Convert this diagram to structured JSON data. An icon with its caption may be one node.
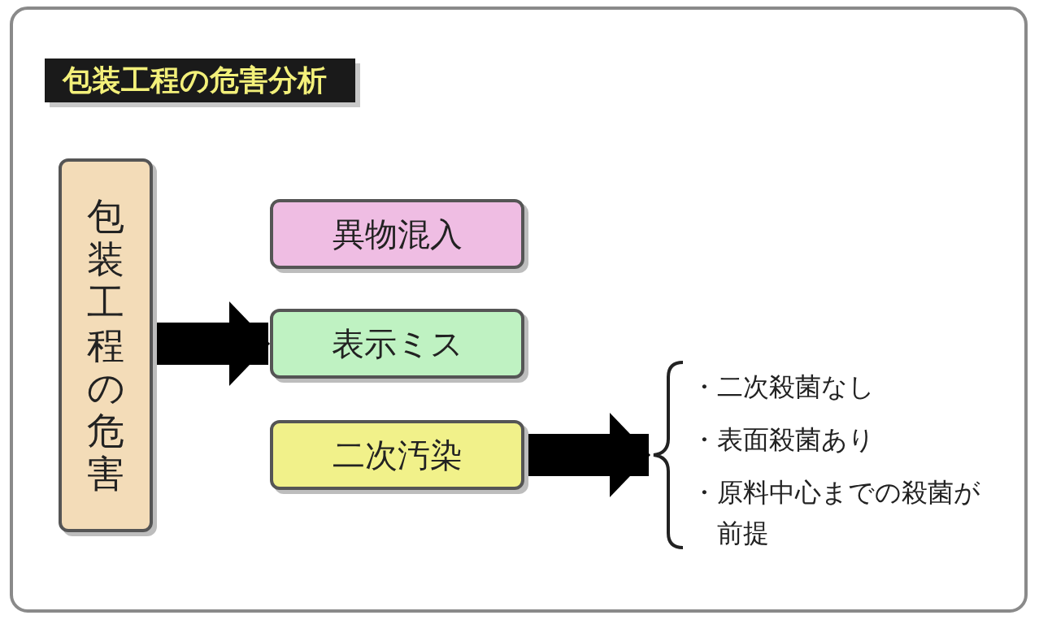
{
  "diagram": {
    "title": "包装工程の危害分析",
    "nodes": [
      {
        "text": [
          "包装工程の危害"
        ]
      },
      {
        "text": [
          "異物混入"
        ]
      },
      {
        "text": [
          "表示ミス"
        ]
      },
      {
        "text": [
          "二次汚染"
        ]
      },
      {
        "text": [
          "・二次殺菌なし",
          "・表面殺菌あり",
          "・原料中心までの殺菌が前提"
        ]
      }
    ],
    "edges": [
      {
        "from": 0,
        "to": 2,
        "arrow": "to"
      },
      {
        "from": 3,
        "to": 4,
        "arrow": "to"
      }
    ]
  }
}
